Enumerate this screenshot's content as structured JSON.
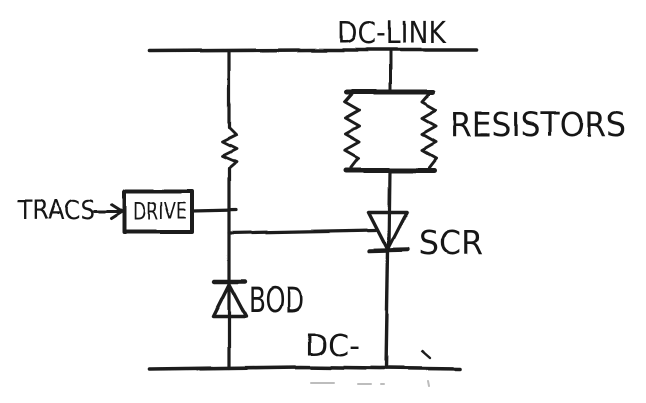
{
  "diagram": {
    "kind": "hand-drawn circuit schematic",
    "ink_color": "#1c1c1c",
    "background_color": "#ffffff",
    "labels": {
      "dc_link": "DC-LINK",
      "resistors": "RESISTORS",
      "tracs": "TRACS",
      "drive": "DRIVE",
      "scr": "SCR",
      "bod": "BOD",
      "dc_minus": "DC-"
    },
    "components": [
      {
        "name": "dc-link-rail",
        "symbol": "bus-wire",
        "label": "DC-LINK"
      },
      {
        "name": "series-resistor",
        "symbol": "zigzag-resistor",
        "label": ""
      },
      {
        "name": "resistor-bank",
        "symbol": "two-parallel-zigzag-resistors",
        "label": "RESISTORS"
      },
      {
        "name": "drive-block",
        "symbol": "rectangle-block",
        "label": "DRIVE",
        "input": "TRACS"
      },
      {
        "name": "scr",
        "symbol": "thyristor-triangle-down-with-cathode-bar",
        "label": "SCR"
      },
      {
        "name": "bod",
        "symbol": "diode-triangle-up-with-cathode-bar",
        "label": "BOD"
      },
      {
        "name": "dc-minus-rail",
        "symbol": "bus-wire",
        "label": "DC-"
      }
    ]
  }
}
